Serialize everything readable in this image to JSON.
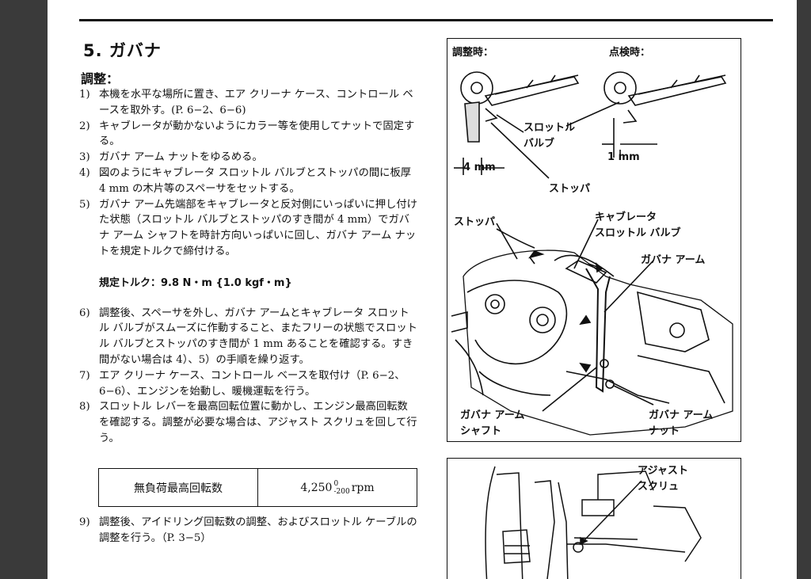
{
  "section_title": "5. ガバナ",
  "subheading": "調整：",
  "steps": [
    {
      "num": "1)",
      "text": "本機を水平な場所に置き、エア クリーナ ケース、コントロール ベースを取外す。(P. 6−2、6−6)"
    },
    {
      "num": "2)",
      "text": "キャブレータが動かないようにカラー等を使用してナットで固定する。"
    },
    {
      "num": "3)",
      "text": "ガバナ アーム ナットをゆるめる。"
    },
    {
      "num": "4)",
      "text": "図のようにキャブレータ スロットル バルブとストッパの間に板厚 4 mm の木片等のスペーサをセットする。"
    },
    {
      "num": "5)",
      "text": "ガバナ アーム先端部をキャブレータと反対側にいっぱいに押し付けた状態（スロットル バルブとストッパのすき間が 4 mm）でガバナ アーム シャフトを時計方向いっぱいに回し、ガバナ アーム ナットを規定トルクで締付ける。"
    }
  ],
  "torque": "規定トルク：9.8 N・m {1.0 kgf・m}",
  "steps2": [
    {
      "num": "6)",
      "text": "調整後、スペーサを外し、ガバナ アームとキャブレータ スロットル バルブがスムーズに作動すること、またフリーの状態でスロットル バルブとストッパのすき間が 1 mm あることを確認する。すき間がない場合は 4）、5）の手順を繰り返す。"
    },
    {
      "num": "7)",
      "text": "エア クリーナ ケース、コントロール ベースを取付け（P. 6−2、6−6）、エンジンを始動し、暖機運転を行う。"
    },
    {
      "num": "8)",
      "text": "スロットル レバーを最高回転位置に動かし、エンジン最高回転数を確認する。調整が必要な場合は、アジャスト スクリュを回して行う。"
    }
  ],
  "table": {
    "label": "無負荷最高回転数",
    "value_main": "4,250",
    "tol_upper": "0",
    "tol_lower": "-200",
    "unit": "rpm"
  },
  "step9": {
    "num": "9)",
    "text": "調整後、アイドリング回転数の調整、およびスロットル ケーブルの調整を行う。（P. 3−5）"
  },
  "figure1": {
    "adjust_label": "調整時：",
    "inspect_label": "点検時：",
    "dim_4mm": "4 mm",
    "dim_1mm": "1 mm",
    "throttle_valve": [
      "スロットル",
      "バルブ"
    ],
    "stopper_top": "ストッパ",
    "stopper_mid": "ストッパ",
    "carb_throttle": [
      "キャブレータ",
      "スロットル バルブ"
    ],
    "governor_arm": "ガバナ アーム",
    "governor_arm_shaft": [
      "ガバナ アーム",
      "シャフト"
    ],
    "governor_arm_nut": [
      "ガバナ アーム",
      "ナット"
    ]
  },
  "figure2": {
    "adjust_screw": [
      "アジャスト",
      "スクリュ"
    ]
  }
}
